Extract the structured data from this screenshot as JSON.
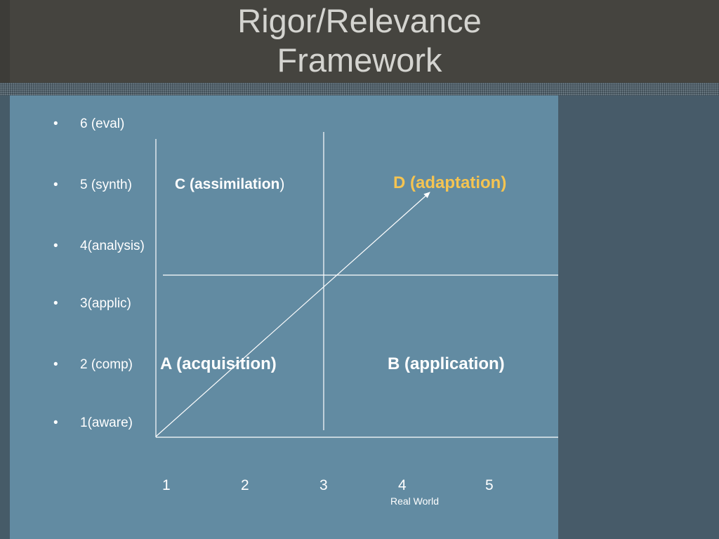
{
  "slide": {
    "title_line1": "Rigor/Relevance",
    "title_line2": "Framework"
  },
  "rigor_levels": [
    "6 (eval)",
    "5 (synth)",
    "4(analysis)",
    "3(applic)",
    "2 (comp)",
    "1(aware)"
  ],
  "bullet_symbol": "•",
  "quadrants": {
    "a": "A  (acquisition)",
    "b": "B (application)",
    "c_prefix": "C (",
    "c_word": "assimilation",
    "c_suffix": ")",
    "d": "D (adaptation)"
  },
  "relevance_axis": {
    "ticks": [
      "1",
      "2",
      "3",
      "4",
      "5"
    ],
    "label": "Real World"
  },
  "colors": {
    "header": "#45443f",
    "panel": "#628ba2",
    "side_panel": "#475b69",
    "title_text": "#d4d4d0",
    "d_label": "#f5c451",
    "lines": "#ffffff"
  }
}
